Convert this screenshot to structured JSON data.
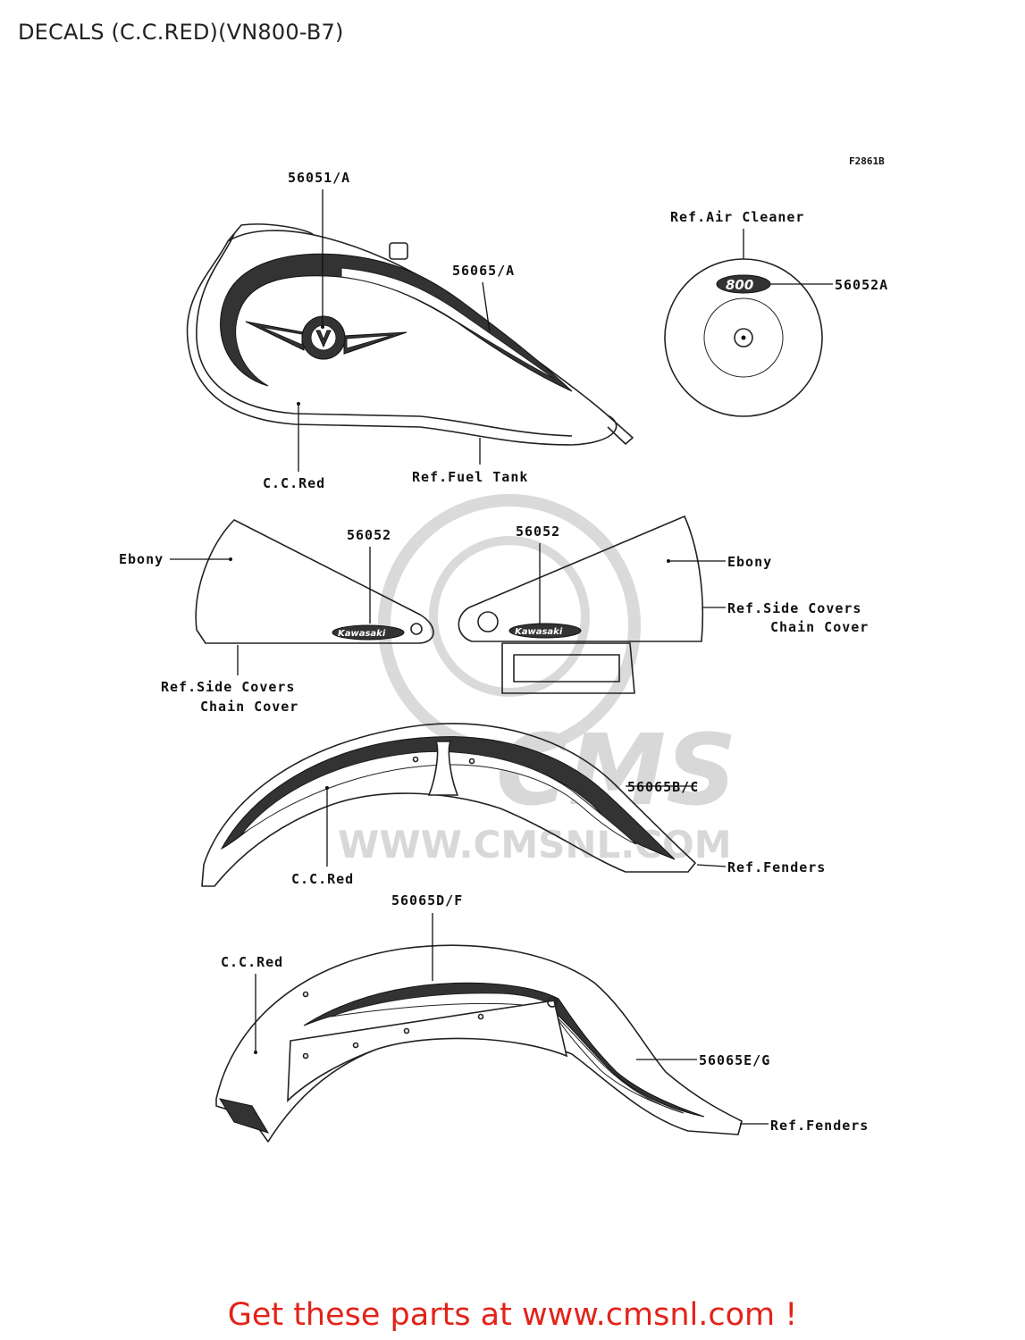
{
  "header": {
    "title": "DECALS (C.C.RED)(VN800-B7)"
  },
  "diagram": {
    "figure_id": "F2861B",
    "labels": {
      "fuel_tank_emblem": "56051/A",
      "fuel_tank_stripe": "56065/A",
      "fuel_tank_color": "C.C.Red",
      "fuel_tank_ref": "Ref.Fuel Tank",
      "air_cleaner_ref": "Ref.Air Cleaner",
      "air_cleaner_decal": "56052A",
      "air_cleaner_badge": "800",
      "left_cover_color": "Ebony",
      "left_cover_decal": "56052",
      "left_cover_ref_line1": "Ref.Side Covers",
      "left_cover_ref_line2": "Chain Cover",
      "right_cover_decal": "56052",
      "right_cover_color": "Ebony",
      "right_cover_ref_line1": "Ref.Side Covers",
      "right_cover_ref_line2": "Chain Cover",
      "cover_badge": "Kawasaki",
      "front_fender_stripe": "56065B/C",
      "front_fender_color": "C.C.Red",
      "front_fender_ref": "Ref.Fenders",
      "rear_fender_stripe_top": "56065D/F",
      "rear_fender_color": "C.C.Red",
      "rear_fender_stripe_side": "56065E/G",
      "rear_fender_ref": "Ref.Fenders"
    },
    "watermark": {
      "logo_text": "CMS",
      "url_text": "WWW.CMSNL.COM"
    }
  },
  "footer": {
    "promo_text": "Get these parts at www.cmsnl.com !"
  },
  "colors": {
    "promo_red": "#e2231a",
    "line_dark": "#222222",
    "watermark_gray": "#d6d6d6"
  }
}
